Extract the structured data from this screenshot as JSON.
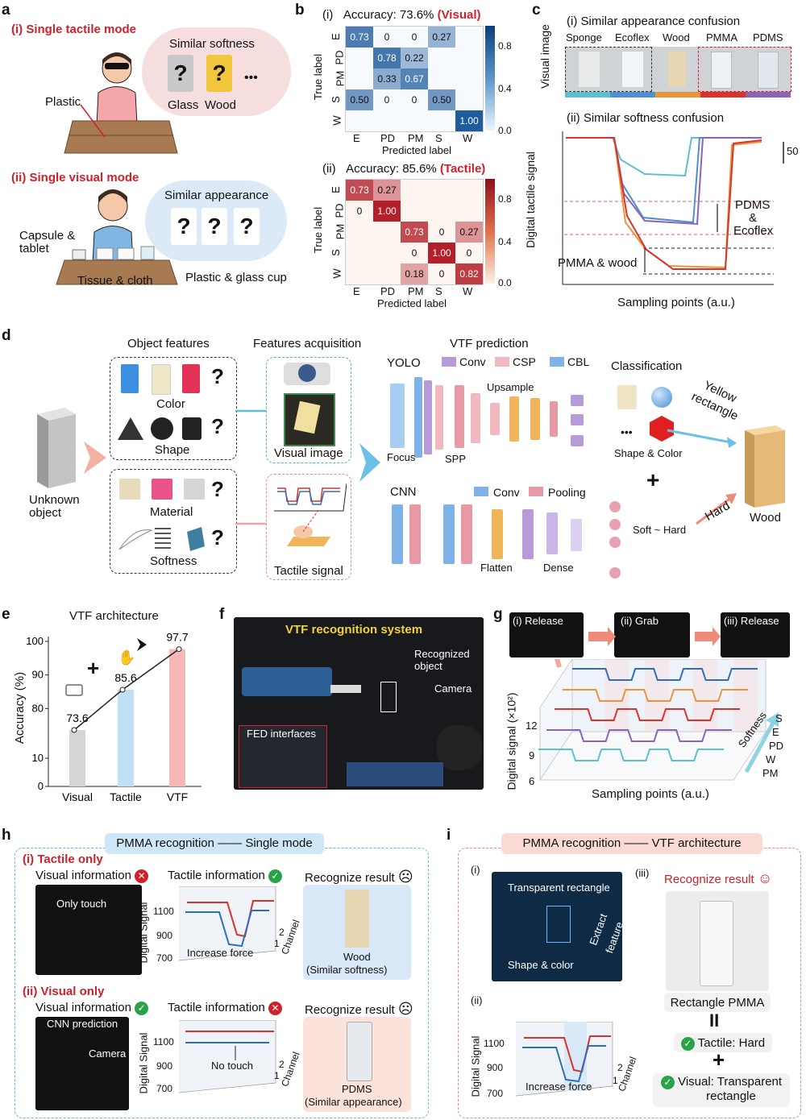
{
  "a": {
    "label": "a",
    "i_title": "(i) Single tactile mode",
    "i_bubble": "Similar softness",
    "q": "?",
    "dots": "•••",
    "glass": "Glass",
    "wood": "Wood",
    "plastic": "Plastic",
    "ii_title": "(ii) Single visual mode",
    "ii_bubble": "Similar appearance",
    "capsule": "Capsule &",
    "tablet": "tablet",
    "tissue": "Tissue & cloth",
    "plastic_glass": "Plastic & glass cup"
  },
  "b": {
    "label": "b",
    "i_prefix": "(i)",
    "i_acc": "Accuracy: 73.6%",
    "i_mode": "(Visual)",
    "ii_prefix": "(ii)",
    "ii_acc": "Accuracy: 85.6%",
    "ii_mode": "(Tactile)",
    "true_label": "True label",
    "pred_label": "Predicted label",
    "classes": [
      "E",
      "PD",
      "PM",
      "S",
      "W"
    ],
    "cb_ticks": [
      "0.8",
      "0.4",
      "0.0"
    ],
    "visual_matrix": [
      [
        "0.73",
        "0",
        "0",
        "0.27",
        ""
      ],
      [
        "",
        "0.78",
        "0.22",
        "",
        ""
      ],
      [
        "",
        "0.33",
        "0.67",
        "",
        ""
      ],
      [
        "0.50",
        "0",
        "0",
        "0.50",
        ""
      ],
      [
        "",
        "",
        "",
        "",
        "1.00"
      ]
    ],
    "tactile_matrix": [
      [
        "0.73",
        "0.27",
        "",
        "",
        ""
      ],
      [
        "0",
        "1.00",
        "",
        "",
        ""
      ],
      [
        "",
        "",
        "0.73",
        "0",
        "0.27"
      ],
      [
        "",
        "",
        "0",
        "1.00",
        "0"
      ],
      [
        "",
        "",
        "0.18",
        "0",
        "0.82"
      ]
    ],
    "colors": {
      "blue": "#1f5c9e",
      "red": "#b3202a"
    }
  },
  "c": {
    "label": "c",
    "visual_image": "Visual image",
    "i_title": "(i) Similar appearance confusion",
    "materials": [
      "Sponge",
      "Ecoflex",
      "Wood",
      "PMMA",
      "PDMS"
    ],
    "strip_colors": [
      "#5fbfd0",
      "#4d8fd0",
      "#e9953a",
      "#d8332c",
      "#8e62b5"
    ],
    "ii_title": "(ii) Similar softness confusion",
    "ylabel": "Digital tactile signal",
    "xlabel": "Sampling points (a.u.)",
    "scale": "50",
    "pdms": "PDMS",
    "amp": "&",
    "ecoflex": "Ecoflex",
    "pmma_wood": "PMMA & wood"
  },
  "d": {
    "label": "d",
    "object_features": "Object features",
    "features_acq": "Features acquisition",
    "vtf_pred": "VTF prediction",
    "color": "Color",
    "shape": "Shape",
    "material": "Material",
    "softness": "Softness",
    "q": "?",
    "unknown1": "Unknown",
    "unknown2": "object",
    "visual_image": "Visual image",
    "tactile_signal": "Tactile signal",
    "yolo": "YOLO",
    "conv": "Conv",
    "csp": "CSP",
    "cbl": "CBL",
    "upsample": "Upsample",
    "focus": "Focus",
    "spp": "SPP",
    "classification": "Classification",
    "dots": "•••",
    "shape_color": "Shape & Color",
    "plus": "+",
    "cnn": "CNN",
    "pooling": "Pooling",
    "flatten": "Flatten",
    "dense": "Dense",
    "soft_hard": "Soft ~ Hard",
    "yellow1": "Yellow",
    "yellow2": "rectangle",
    "hard": "Hard",
    "wood": "Wood"
  },
  "e": {
    "label": "e",
    "title": "VTF architecture",
    "ylabel": "Accuracy (%)",
    "plus": "+"
  },
  "chart_data": {
    "type": "bar",
    "title": "VTF architecture",
    "categories": [
      "Visual",
      "Tactile",
      "VTF"
    ],
    "values": [
      73.6,
      85.6,
      97.7
    ],
    "ylabel": "Accuracy (%)",
    "xlabel": "",
    "ylim": [
      0,
      100
    ],
    "yticks": [
      "0",
      "10",
      "80",
      "90",
      "100"
    ],
    "colors": [
      "#d4d4d4",
      "#bfe0f5",
      "#f5b7b7"
    ]
  },
  "f": {
    "label": "f",
    "title": "VTF recognition system",
    "recognized1": "Recognized",
    "recognized2": "object",
    "camera": "Camera",
    "fed": "FED interfaces"
  },
  "g": {
    "label": "g",
    "release1": "(i) Release",
    "grab": "(ii) Grab",
    "release2": "(iii) Release",
    "ylabel": "Digital signal (×10²)",
    "xlabel": "Sampling points (a.u.)",
    "yticks": [
      "12",
      "9",
      "6"
    ],
    "series": [
      "S",
      "E",
      "PD",
      "W",
      "PM"
    ],
    "softness": "Softness",
    "colors": [
      "#2f6fb5",
      "#e9953a",
      "#d8332c",
      "#8e62b5",
      "#5fbfd0"
    ]
  },
  "h": {
    "label": "h",
    "header": "PMMA recognition —— Single mode",
    "i_title": "(i) Tactile only",
    "visual_info": "Visual information",
    "tactile_info": "Tactile information",
    "recognize": "Recognize result",
    "only_touch": "Only touch",
    "digital_signal": "Digital Signal",
    "t1100": "1100",
    "t900": "900",
    "t700": "700",
    "increase_force": "Increase force",
    "channel": "Channel",
    "ch2": "2",
    "ch1": "1",
    "wood": "Wood",
    "sim_soft": "(Similar softness)",
    "ii_title": "(ii) Visual only",
    "cnn_pred": "CNN prediction",
    "camera": "Camera",
    "no_touch": "No touch",
    "pdms": "PDMS",
    "sim_app": "(Similar appearance)"
  },
  "i": {
    "label": "i",
    "header": "PMMA recognition —— VTF architecture",
    "i_sub": "(i)",
    "transparent": "Transparent rectangle",
    "extract1": "Extract",
    "extract2": "feature",
    "shape_color": "Shape & color",
    "ii_sub": "(ii)",
    "iii_sub": "(iii)",
    "recognize": "Recognize result",
    "rect_pmma": "Rectangle PMMA",
    "equals": "II",
    "tactile_hard": "Tactile: Hard",
    "plus": "+",
    "visual1": "Visual:  Transparent",
    "visual2": "rectangle",
    "digital_signal": "Digital Signal",
    "t1100": "1100",
    "t900": "900",
    "t700": "700",
    "increase_force": "Increase force",
    "channel": "Channel",
    "ch2": "2",
    "ch1": "1"
  }
}
